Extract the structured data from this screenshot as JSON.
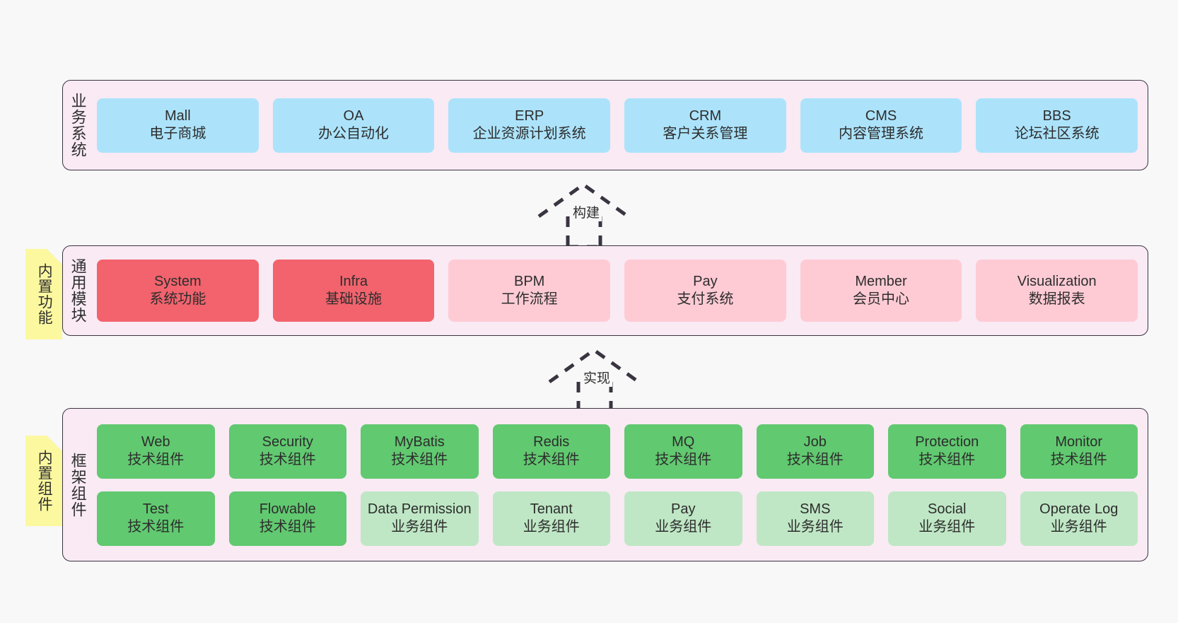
{
  "diagram": {
    "background_color": "#f8f8f8",
    "panel_color": "#f9eaf4",
    "border_color": "#3a3441"
  },
  "layers": [
    {
      "id": "business",
      "title": "业务系统",
      "note": null,
      "rows": [
        {
          "cards": [
            {
              "name": "Mall",
              "sub": "电子商城",
              "color": "#ace3fb",
              "style": "c-blue"
            },
            {
              "name": "OA",
              "sub": "办公自动化",
              "color": "#ace3fb",
              "style": "c-blue"
            },
            {
              "name": "ERP",
              "sub": "企业资源计划系统",
              "color": "#ace3fb",
              "style": "c-blue"
            },
            {
              "name": "CRM",
              "sub": "客户关系管理",
              "color": "#ace3fb",
              "style": "c-blue"
            },
            {
              "name": "CMS",
              "sub": "内容管理系统",
              "color": "#ace3fb",
              "style": "c-blue"
            },
            {
              "name": "BBS",
              "sub": "论坛社区系统",
              "color": "#ace3fb",
              "style": "c-blue"
            }
          ]
        }
      ]
    },
    {
      "id": "module",
      "title": "通用模块",
      "note": "内置功能",
      "rows": [
        {
          "cards": [
            {
              "name": "System",
              "sub": "系统功能",
              "color": "#f2636d",
              "style": "c-red"
            },
            {
              "name": "Infra",
              "sub": "基础设施",
              "color": "#f2636d",
              "style": "c-red"
            },
            {
              "name": "BPM",
              "sub": "工作流程",
              "color": "#fecbd5",
              "style": "c-pink"
            },
            {
              "name": "Pay",
              "sub": "支付系统",
              "color": "#fecbd5",
              "style": "c-pink"
            },
            {
              "name": "Member",
              "sub": "会员中心",
              "color": "#fecbd5",
              "style": "c-pink"
            },
            {
              "name": "Visualization",
              "sub": "数据报表",
              "color": "#fecbd5",
              "style": "c-pink"
            }
          ]
        }
      ]
    },
    {
      "id": "framework",
      "title": "框架组件",
      "note": "内置组件",
      "rows": [
        {
          "cards": [
            {
              "name": "Web",
              "sub": "技术组件",
              "color": "#61c970",
              "style": "c-green"
            },
            {
              "name": "Security",
              "sub": "技术组件",
              "color": "#61c970",
              "style": "c-green"
            },
            {
              "name": "MyBatis",
              "sub": "技术组件",
              "color": "#61c970",
              "style": "c-green"
            },
            {
              "name": "Redis",
              "sub": "技术组件",
              "color": "#61c970",
              "style": "c-green"
            },
            {
              "name": "MQ",
              "sub": "技术组件",
              "color": "#61c970",
              "style": "c-green"
            },
            {
              "name": "Job",
              "sub": "技术组件",
              "color": "#61c970",
              "style": "c-green"
            },
            {
              "name": "Protection",
              "sub": "技术组件",
              "color": "#61c970",
              "style": "c-green"
            },
            {
              "name": "Monitor",
              "sub": "技术组件",
              "color": "#61c970",
              "style": "c-green"
            }
          ]
        },
        {
          "cards": [
            {
              "name": "Test",
              "sub": "技术组件",
              "color": "#61c970",
              "style": "c-green"
            },
            {
              "name": "Flowable",
              "sub": "技术组件",
              "color": "#61c970",
              "style": "c-green"
            },
            {
              "name": "Data Permission",
              "sub": "业务组件",
              "color": "#bfe7c5",
              "style": "c-lgreen"
            },
            {
              "name": "Tenant",
              "sub": "业务组件",
              "color": "#bfe7c5",
              "style": "c-lgreen"
            },
            {
              "name": "Pay",
              "sub": "业务组件",
              "color": "#bfe7c5",
              "style": "c-lgreen"
            },
            {
              "name": "SMS",
              "sub": "业务组件",
              "color": "#bfe7c5",
              "style": "c-lgreen"
            },
            {
              "name": "Social",
              "sub": "业务组件",
              "color": "#bfe7c5",
              "style": "c-lgreen"
            },
            {
              "name": "Operate Log",
              "sub": "业务组件",
              "color": "#bfe7c5",
              "style": "c-lgreen"
            }
          ]
        }
      ]
    }
  ],
  "connectors": [
    {
      "id": "build",
      "label": "构建",
      "from": "module",
      "to": "business"
    },
    {
      "id": "implement",
      "label": "实现",
      "from": "framework",
      "to": "module"
    }
  ]
}
